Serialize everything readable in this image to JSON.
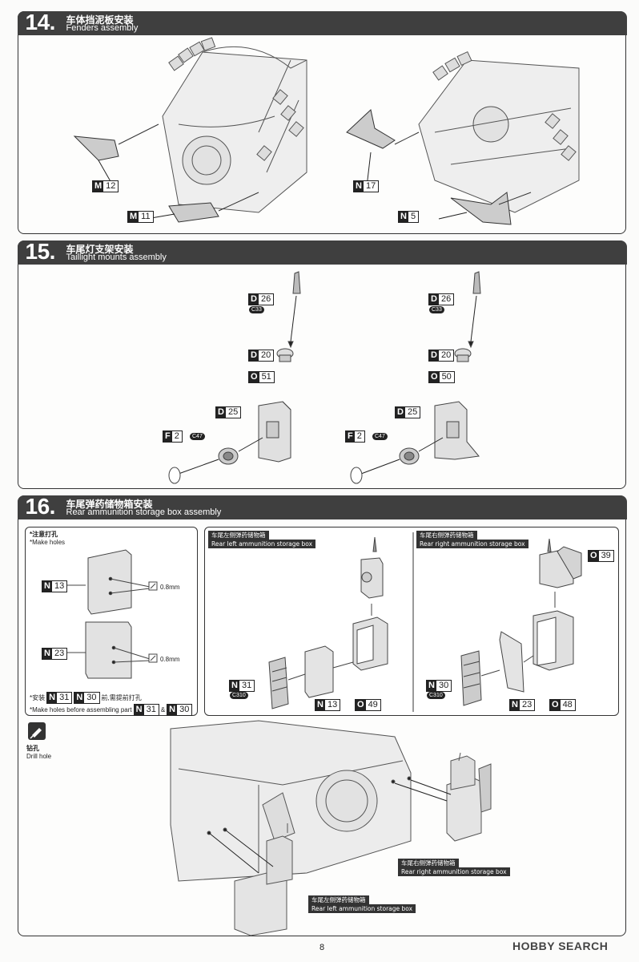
{
  "steps": [
    {
      "number": "14.",
      "title_zh": "车体挡泥板安装",
      "title_en": "Fenders assembly"
    },
    {
      "number": "15.",
      "title_zh": "车尾灯支架安装",
      "title_en": "Taillight mounts assembly"
    },
    {
      "number": "16.",
      "title_zh": "车尾弹药储物箱安装",
      "title_en": "Rear ammunition storage box assembly"
    }
  ],
  "step14": {
    "parts": [
      {
        "letter": "M",
        "num": "12"
      },
      {
        "letter": "M",
        "num": "11"
      },
      {
        "letter": "N",
        "num": "17"
      },
      {
        "letter": "N",
        "num": "5"
      }
    ]
  },
  "step15": {
    "left": {
      "d26": "26",
      "c33": "C33",
      "d20": "20",
      "o": "51",
      "d25": "25",
      "f": "2",
      "c47": "C47"
    },
    "right": {
      "d26": "26",
      "c33": "C33",
      "d20": "20",
      "o": "50",
      "d25": "25",
      "f": "2",
      "c47": "C47"
    }
  },
  "step16": {
    "holes": {
      "title_zh": "*注意打孔",
      "title_en": "*Make holes",
      "part1": "13",
      "part2": "23",
      "size1": "0.8mm",
      "size2": "0.8mm",
      "footer_zh_pre": "*安装",
      "footer_zh_post": "前,需提前打孔",
      "footer_en": "*Make holes before assembling part",
      "amp": "&",
      "n31": "31",
      "n30": "30"
    },
    "left_box": {
      "title_zh": "车尾左侧弹药储物箱",
      "title_en": "Rear left ammunition storage box",
      "n31": "31",
      "c310": "C310",
      "n13": "13",
      "o49": "49"
    },
    "right_box": {
      "title_zh": "车尾右侧弹药储物箱",
      "title_en": "Rear right ammunition storage box",
      "o39": "39",
      "n30": "30",
      "c310": "C310",
      "n23": "23",
      "o48": "48"
    },
    "drill": {
      "zh": "钻孔",
      "en": "Drill hole"
    },
    "callout_right_zh": "车尾右侧弹药储物箱",
    "callout_right_en": "Rear right ammunition storage box",
    "callout_left_zh": "车尾左侧弹药储物箱",
    "callout_left_en": "Rear left ammunition storage box"
  },
  "page_number": "8",
  "watermark": "HOBBY SEARCH"
}
